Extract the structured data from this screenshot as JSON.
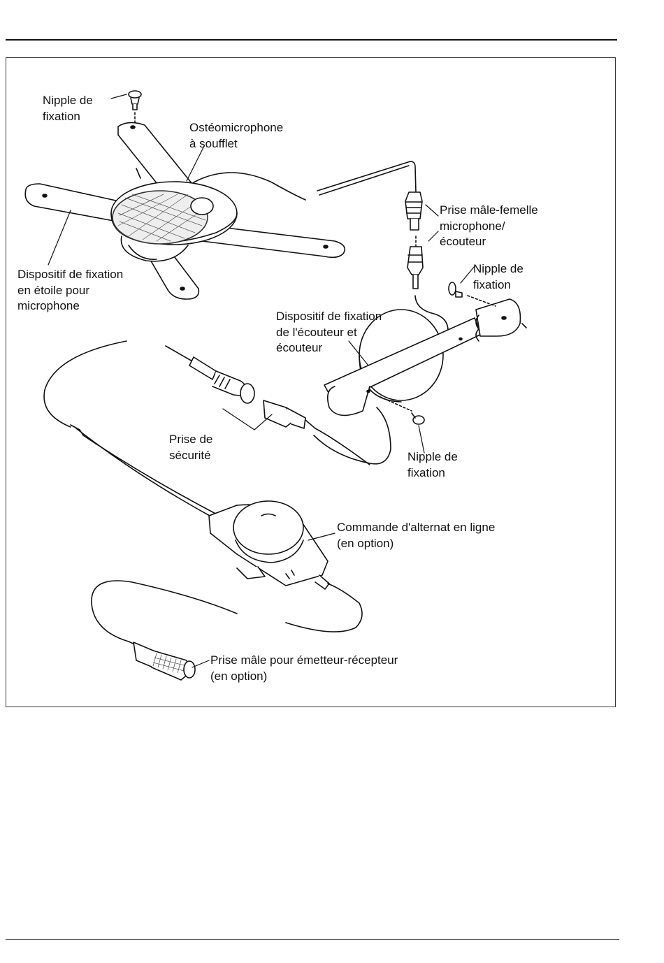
{
  "figure": {
    "labels": {
      "nipple_mic": [
        "Nipple de",
        "fixation"
      ],
      "osteomicrophone": [
        "Ostéomicrophone",
        "à soufflet"
      ],
      "prise_male_femelle": [
        "Prise mâle-femelle",
        "microphone/",
        "écouteur"
      ],
      "nipple_ear_top": [
        "Nipple de",
        "fixation"
      ],
      "star_mount": [
        "Dispositif de fixation",
        "en étoile pour",
        "microphone"
      ],
      "ear_mount": [
        "Dispositif de fixation",
        "de l'écouteur et",
        "écouteur"
      ],
      "prise_securite": [
        "Prise de",
        "sécurité"
      ],
      "nipple_ear_bottom": [
        "Nipple de",
        "fixation"
      ],
      "ptt_inline": [
        "Commande d'alternat en ligne",
        "(en option)"
      ],
      "prise_male_radio": [
        "Prise mâle pour émetteur-récepteur",
        "(en option)"
      ]
    }
  },
  "colors": {
    "line": "#111111",
    "fill": "#ffffff",
    "mesh": "#555555"
  }
}
